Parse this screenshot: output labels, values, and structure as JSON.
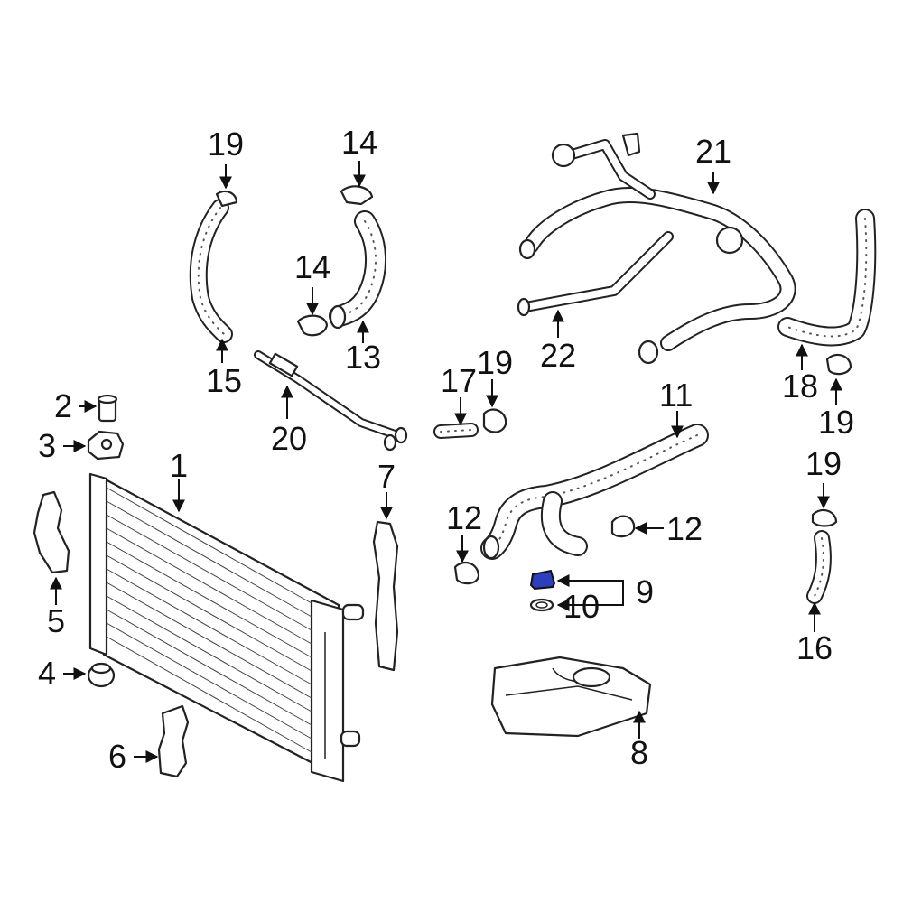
{
  "callouts": {
    "c1": "1",
    "c2": "2",
    "c3": "3",
    "c4": "4",
    "c5": "5",
    "c6": "6",
    "c7": "7",
    "c8": "8",
    "c9": "9",
    "c10": "10",
    "c11": "11",
    "c12a": "12",
    "c12b": "12",
    "c13": "13",
    "c14a": "14",
    "c14b": "14",
    "c15": "15",
    "c16": "16",
    "c17": "17",
    "c18": "18",
    "c19a": "19",
    "c19b": "19",
    "c19c": "19",
    "c19d": "19",
    "c20": "20",
    "c21": "21",
    "c22": "22"
  },
  "colors": {
    "highlight": "#2b3fbf",
    "line": "#222222"
  }
}
